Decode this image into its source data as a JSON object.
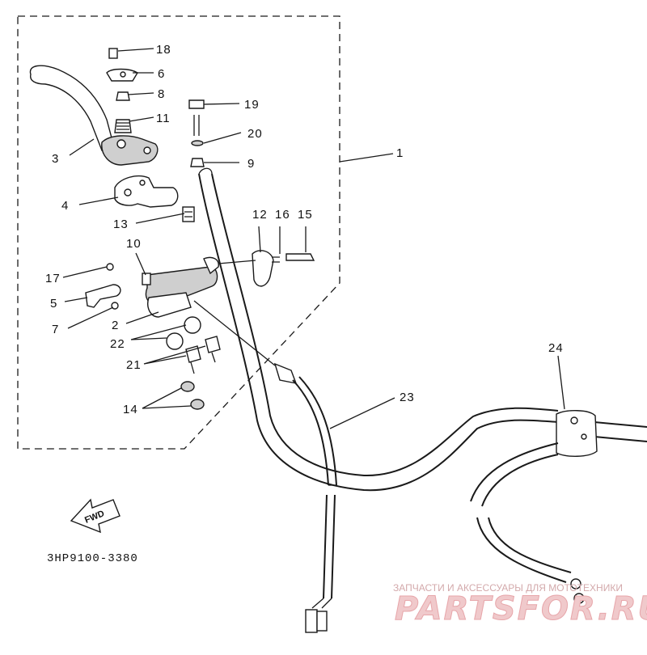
{
  "callouts": [
    {
      "id": "18",
      "label": "18"
    },
    {
      "id": "6",
      "label": "6"
    },
    {
      "id": "8",
      "label": "8"
    },
    {
      "id": "11",
      "label": "11"
    },
    {
      "id": "3",
      "label": "3"
    },
    {
      "id": "19",
      "label": "19"
    },
    {
      "id": "20",
      "label": "20"
    },
    {
      "id": "9",
      "label": "9"
    },
    {
      "id": "1",
      "label": "1"
    },
    {
      "id": "4",
      "label": "4"
    },
    {
      "id": "13",
      "label": "13"
    },
    {
      "id": "12",
      "label": "12"
    },
    {
      "id": "16",
      "label": "16"
    },
    {
      "id": "15",
      "label": "15"
    },
    {
      "id": "10",
      "label": "10"
    },
    {
      "id": "17",
      "label": "17"
    },
    {
      "id": "5",
      "label": "5"
    },
    {
      "id": "7",
      "label": "7"
    },
    {
      "id": "2",
      "label": "2"
    },
    {
      "id": "22",
      "label": "22"
    },
    {
      "id": "21",
      "label": "21"
    },
    {
      "id": "24",
      "label": "24"
    },
    {
      "id": "23",
      "label": "23"
    },
    {
      "id": "14",
      "label": "14"
    }
  ],
  "fwd_label": "FWD",
  "diagram_code": "3HP9100-3380",
  "watermark": {
    "tagline": "ЗАПЧАСТИ И АКСЕССУАРЫ ДЛЯ МОТОТЕХНИКИ",
    "brand": "PARTSFOR.RU"
  }
}
